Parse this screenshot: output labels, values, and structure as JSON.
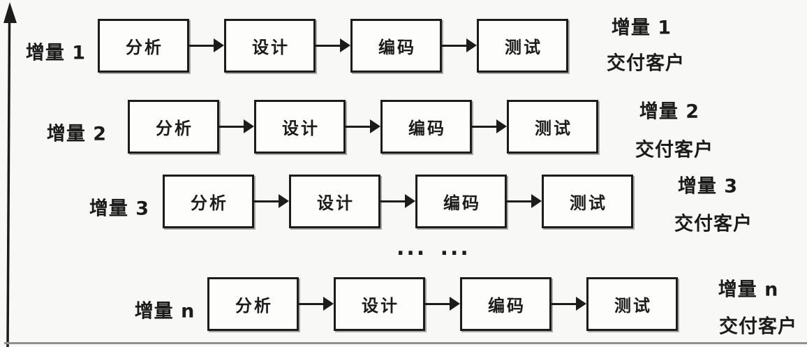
{
  "diagram": {
    "rows": [
      {
        "increment_label": "增量 1",
        "stages": [
          "分析",
          "设计",
          "编码",
          "测试"
        ],
        "delivery": [
          "增量 1",
          "交付客户"
        ]
      },
      {
        "increment_label": "增量 2",
        "stages": [
          "分析",
          "设计",
          "编码",
          "测试"
        ],
        "delivery": [
          "增量 2",
          "交付客户"
        ]
      },
      {
        "increment_label": "增量 3",
        "stages": [
          "分析",
          "设计",
          "编码",
          "测试"
        ],
        "delivery": [
          "增量 3",
          "交付客户"
        ]
      },
      {
        "increment_label": "增量 n",
        "stages": [
          "分析",
          "设计",
          "编码",
          "测试"
        ],
        "delivery": [
          "增量 n",
          "交付客户"
        ]
      }
    ],
    "ellipsis": "... ...",
    "colors": {
      "line": "#1c1c1c",
      "ink": "#1b1b1b",
      "box_fill": "#fdfdfc",
      "background": "#f8f8f7",
      "baseline": "#909090"
    }
  }
}
